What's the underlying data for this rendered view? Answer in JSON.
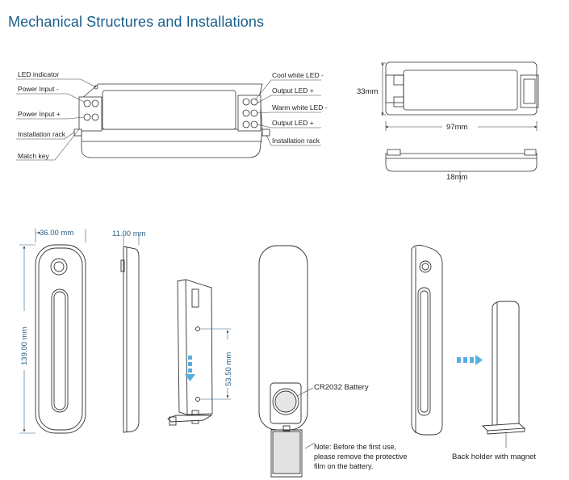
{
  "page_title": "Mechanical Structures and Installations",
  "controller": {
    "left_labels": [
      "LED indicator",
      "Power Input -",
      "Power Input +",
      "Installation rack",
      "Match key"
    ],
    "right_labels": [
      "Cool white LED -",
      "Output LED +",
      "Warm white LED -",
      "Output LED +",
      "Installation rack"
    ]
  },
  "dimensions": {
    "height": "33mm",
    "width": "97mm",
    "depth": "18mm"
  },
  "remote": {
    "width": "36.00 mm",
    "thickness": "11.00 mm",
    "length": "139.00 mm",
    "hole_spacing": "53.50 mm",
    "battery": "CR2032 Battery",
    "note": [
      "Note: Before the first use,",
      "please remove the protective",
      "film on the battery."
    ],
    "holder": "Back holder with magnet"
  },
  "colors": {
    "title": "#1a5f8a",
    "dimension": "#2a5f86",
    "arrow": "#5aaedc"
  }
}
